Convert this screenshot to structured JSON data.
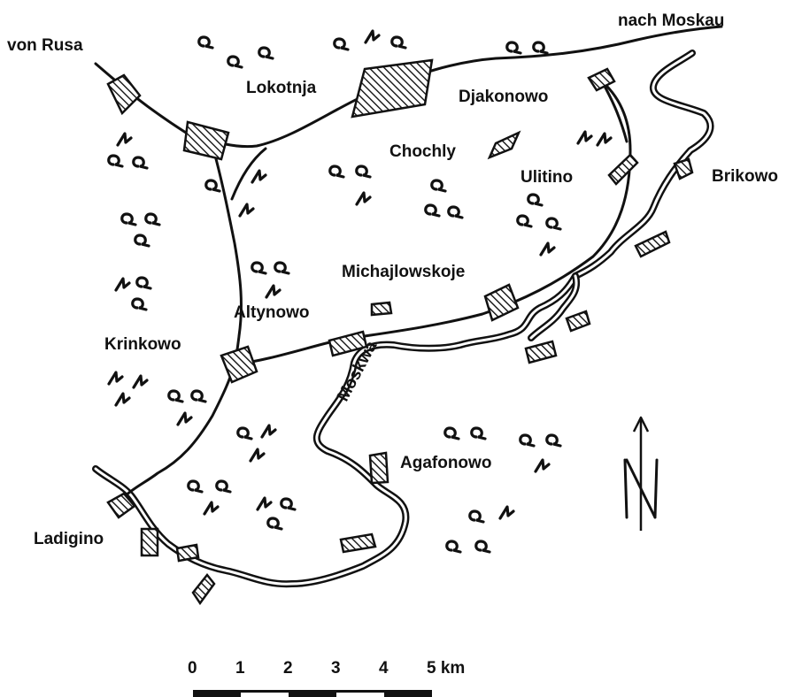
{
  "places": {
    "von_rusa": "von Rusa",
    "nach_moskau": "nach Moskau",
    "lokotnja": "Lokotnja",
    "djakonowo": "Djakonowo",
    "chochly": "Chochly",
    "ulitino": "Ulitino",
    "brikowo": "Brikowo",
    "michajlowskoje": "Michajlowskoje",
    "altynowo": "Altynowo",
    "krinkowo": "Krinkowo",
    "moskwa": "Moskwa",
    "agafonowo": "Agafonowo",
    "ladigino": "Ladigino"
  },
  "scale": {
    "ticks": [
      "0",
      "1",
      "2",
      "3",
      "4",
      "5 km"
    ]
  },
  "north_arrow": "N",
  "colors": {
    "ink": "#111111",
    "paper": "#ffffff"
  }
}
